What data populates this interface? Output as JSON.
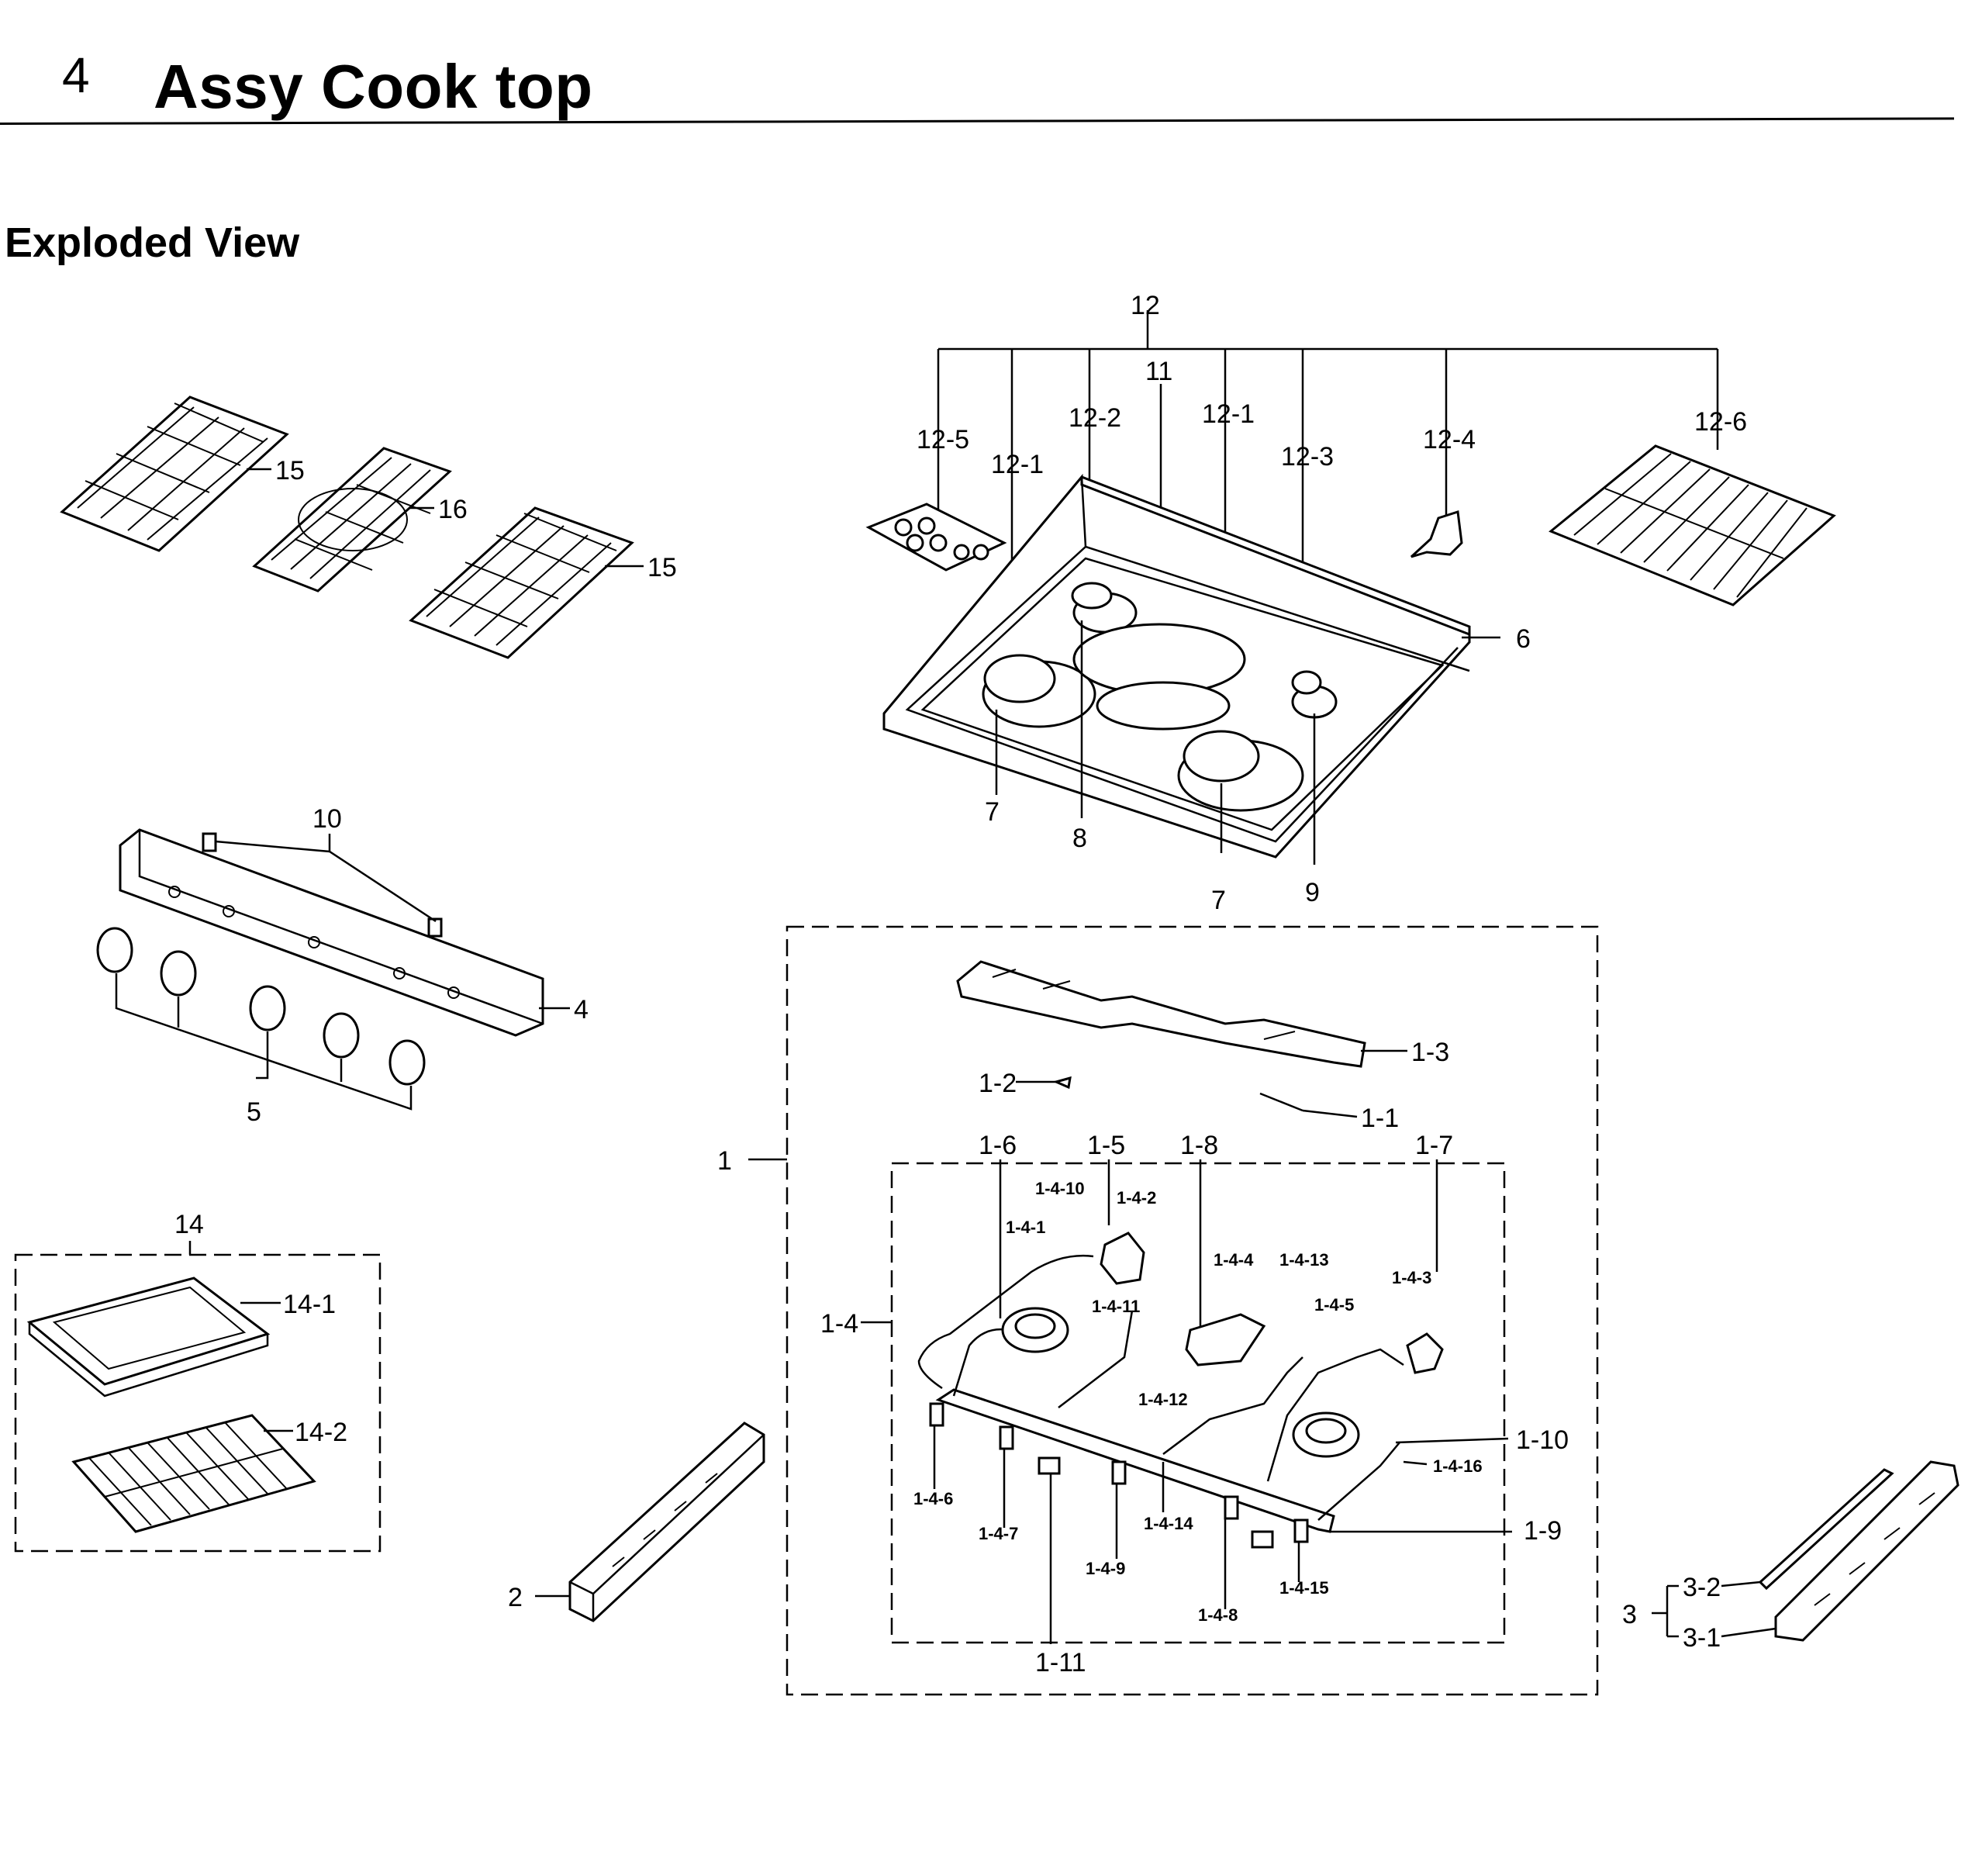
{
  "header": {
    "section_number": "4",
    "title": "Assy Cook top",
    "subtitle": "Exploded View"
  },
  "labels": {
    "l15a": "15",
    "l16": "16",
    "l15b": "15",
    "l10": "10",
    "l4": "4",
    "l5": "5",
    "l14": "14",
    "l14_1": "14-1",
    "l14_2": "14-2",
    "l2": "2",
    "l12": "12",
    "l11": "11",
    "l12_5": "12-5",
    "l12_1a": "12-1",
    "l12_2": "12-2",
    "l12_1b": "12-1",
    "l12_3": "12-3",
    "l12_4": "12-4",
    "l12_6": "12-6",
    "l6": "6",
    "l7a": "7",
    "l8": "8",
    "l7b": "7",
    "l9": "9",
    "l1": "1",
    "l1_3": "1-3",
    "l1_2": "1-2",
    "l1_1": "1-1",
    "l1_6": "1-6",
    "l1_5": "1-5",
    "l1_8": "1-8",
    "l1_7": "1-7",
    "l1_4_10": "1-4-10",
    "l1_4_2": "1-4-2",
    "l1_4_1": "1-4-1",
    "l1_4_4": "1-4-4",
    "l1_4_13": "1-4-13",
    "l1_4_3": "1-4-3",
    "l1_4": "1-4",
    "l1_4_11": "1-4-11",
    "l1_4_5": "1-4-5",
    "l1_4_12": "1-4-12",
    "l1_10": "1-10",
    "l1_4_16": "1-4-16",
    "l1_4_6": "1-4-6",
    "l1_4_7": "1-4-7",
    "l1_4_14": "1-4-14",
    "l1_9": "1-9",
    "l1_4_9": "1-4-9",
    "l1_4_15": "1-4-15",
    "l1_4_8": "1-4-8",
    "l1_11": "1-11",
    "l3": "3",
    "l3_2": "3-2",
    "l3_1": "3-1"
  }
}
